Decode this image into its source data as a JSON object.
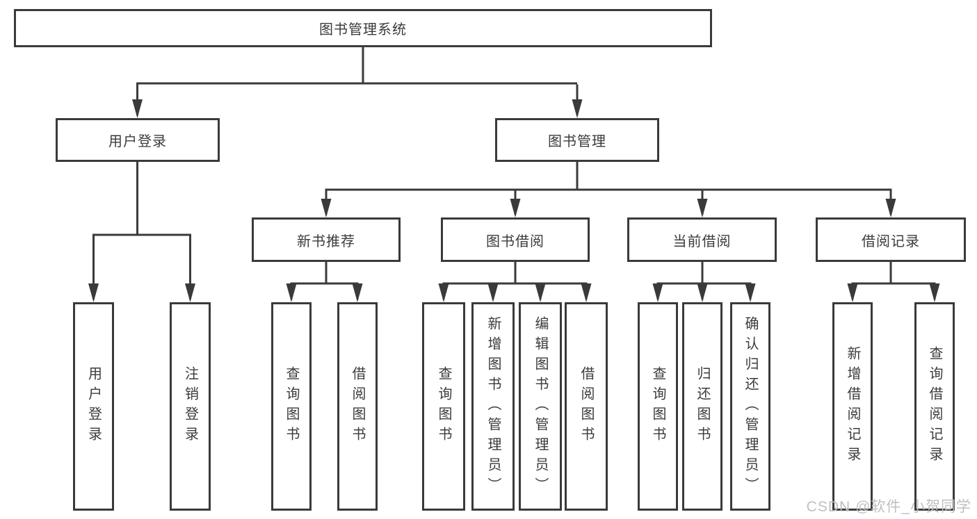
{
  "diagram": {
    "root": "图书管理系统",
    "branches": {
      "user_login": "用户登录",
      "book_mgmt": "图书管理"
    },
    "modules": [
      "新书推荐",
      "图书借阅",
      "当前借阅",
      "借阅记录"
    ],
    "leaves": {
      "user_login": [
        "用户登录",
        "注销登录"
      ],
      "new_book": [
        "查询图书",
        "借阅图书"
      ],
      "book_borrow": [
        "查询图书",
        "新增图书（管理员）",
        "编辑图书（管理员）",
        "借阅图书"
      ],
      "current_borrow": [
        "查询图书",
        "归还图书",
        "确认归还（管理员）"
      ],
      "borrow_records": [
        "新增借阅记录",
        "查询借阅记录"
      ]
    }
  },
  "watermark": "CSDN @软件_小贺同学",
  "colors": {
    "line": "#3a3a3c",
    "text": "#3b3b3d",
    "background": "#ffffff",
    "watermark": "#bfbfc1"
  }
}
